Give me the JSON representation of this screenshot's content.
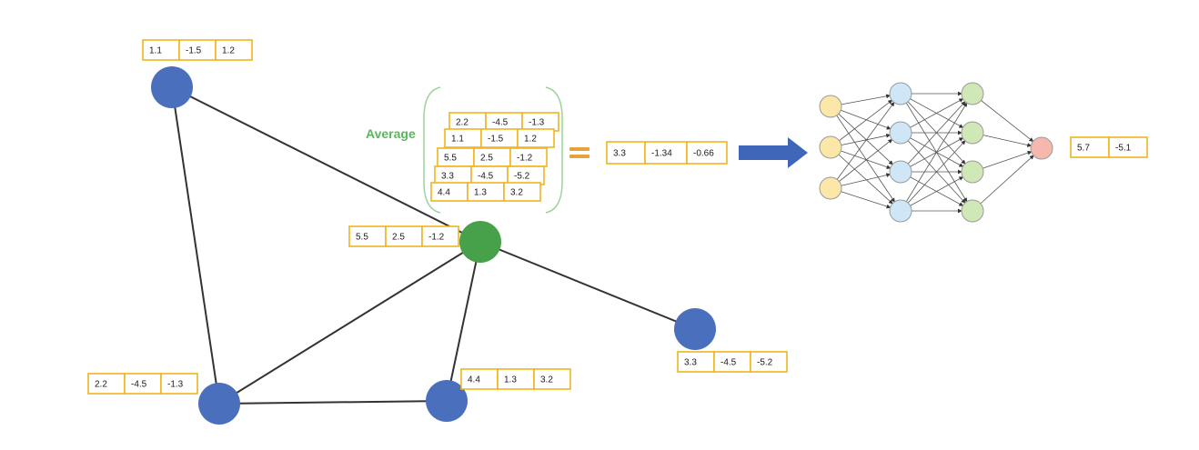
{
  "colors": {
    "node_blue": "#4a6fbd",
    "node_green": "#47a14b",
    "edge": "#333333",
    "box_border": "#f0b520",
    "avg_text": "#58b95d",
    "bracket": "#9bd39b",
    "arrow": "#3f66b8",
    "equals": "#e8a23a",
    "nn_input": "#fbe7a8",
    "nn_hidden1": "#cfe6f7",
    "nn_hidden2": "#cfe8b5",
    "nn_output": "#f6b7ad",
    "nn_line": "#555555"
  },
  "graph": {
    "nodes": [
      {
        "id": "n1",
        "name": "node-top-left",
        "color": "blue",
        "features": [
          "1.1",
          "-1.5",
          "1.2"
        ]
      },
      {
        "id": "n2",
        "name": "node-target",
        "color": "green",
        "features": [
          "5.5",
          "2.5",
          "-1.2"
        ]
      },
      {
        "id": "n3",
        "name": "node-right",
        "color": "blue",
        "features": [
          "3.3",
          "-4.5",
          "-5.2"
        ]
      },
      {
        "id": "n4",
        "name": "node-bottom-left",
        "color": "blue",
        "features": [
          "2.2",
          "-4.5",
          "-1.3"
        ]
      },
      {
        "id": "n5",
        "name": "node-bottom-middle",
        "color": "blue",
        "features": [
          "4.4",
          "1.3",
          "3.2"
        ]
      }
    ],
    "edges": [
      [
        "n1",
        "n2"
      ],
      [
        "n1",
        "n4"
      ],
      [
        "n2",
        "n3"
      ],
      [
        "n2",
        "n4"
      ],
      [
        "n2",
        "n5"
      ],
      [
        "n4",
        "n5"
      ]
    ]
  },
  "aggregation": {
    "label": "Average",
    "stack": [
      [
        "2.2",
        "-4.5",
        "-1.3"
      ],
      [
        "1.1",
        "-1.5",
        "1.2"
      ],
      [
        "5.5",
        "2.5",
        "-1.2"
      ],
      [
        "3.3",
        "-4.5",
        "-5.2"
      ],
      [
        "4.4",
        "1.3",
        "3.2"
      ]
    ],
    "result": [
      "3.3",
      "-1.34",
      "-0.66"
    ]
  },
  "network": {
    "layers": [
      3,
      4,
      4,
      1
    ],
    "output": [
      "5.7",
      "-5.1"
    ]
  }
}
